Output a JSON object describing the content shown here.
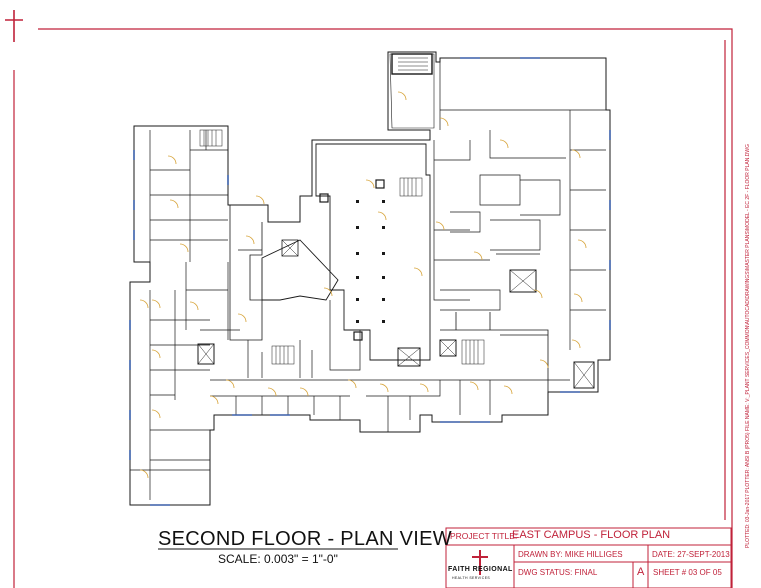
{
  "drawing": {
    "title": "SECOND FLOOR - PLAN VIEW",
    "scale": "SCALE: 0.003\" = 1\"-0\""
  },
  "title_block": {
    "project_label": "PROJECT TITLE:",
    "project_value": "EAST CAMPUS - FLOOR PLAN",
    "drawn_by": "DRAWN BY: MIKE HILLIGES",
    "date": "DATE: 27-SEPT-2013",
    "status": "DWG STATUS: FINAL",
    "revision": "A",
    "sheet": "SHEET # 03 OF 05",
    "logo_text": "FAITH REGIONAL",
    "logo_subtext": "HEALTH SERVICES"
  },
  "side_note": "PLOTTED: 03-Jan-2017  PLOTTER: ANSI B (PRO5)  FILE NAME: V:_PLANT SERVICES_COMMON\\AUTOCAD\\DRAWINGS\\MASTER PLANS\\MODEL - EC 2F - FLOOR PLAN.DWG",
  "colors": {
    "border": "#c0223a",
    "linework": "#1a1a1a",
    "doors": "#d7a43a",
    "windows": "#3a5fa8"
  }
}
